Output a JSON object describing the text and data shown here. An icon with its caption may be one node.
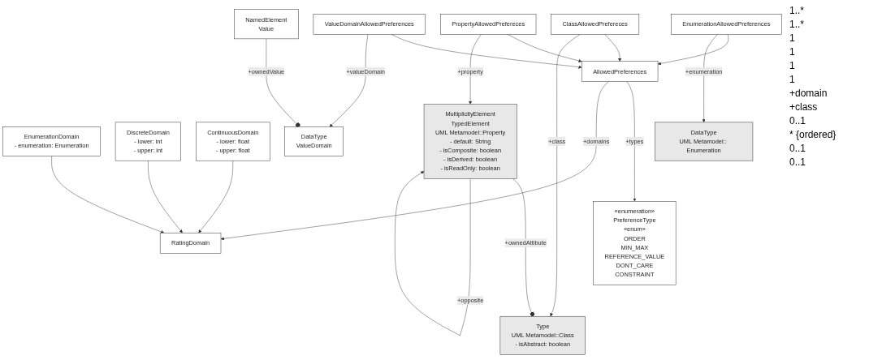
{
  "diagram": {
    "nodes": [
      {
        "text": [
          "«enumeration»",
          "PreferenceType",
          "«enum»",
          "ORDER",
          "MIN_MAX",
          "REFERENCE_VALUE",
          "DONT_CARE",
          "CONSTRAINT"
        ]
      },
      {
        "text": [
          "AllowedPreferences"
        ]
      },
      {
        "text": [
          "RatingDomain"
        ]
      },
      {
        "text": [
          "EnumerationDomain",
          "- enumeration: Enumeration"
        ]
      },
      {
        "text": [
          "DiscreteDomain",
          "- lower: int",
          "- upper: int"
        ]
      },
      {
        "text": [
          "ValueDomainAllowedPreferences"
        ]
      },
      {
        "text": [
          "EnumerationAllowedPreferences"
        ]
      },
      {
        "text": [
          "ClassAllowedPrefereces"
        ]
      },
      {
        "text": [
          "PropertyAllowedPrefereces"
        ]
      },
      {
        "text": [
          "ContinuousDomain",
          "- lower: float",
          "- upper: float"
        ]
      },
      {
        "text": [
          "NamedElement",
          "Value"
        ]
      },
      {
        "text": [
          "DataType",
          "ValueDomain"
        ]
      },
      {
        "text": [
          "DataType",
          "UML Metamodel:: Enumeration"
        ]
      },
      {
        "text": [
          "Type",
          "UML Metamodel::Class",
          "- isAbstract: boolean"
        ]
      },
      {
        "text": [
          "MultiplicityElement",
          "TypedElement",
          "UML Metamodel::Property",
          "- default: String",
          "- isComposite: boolean",
          "- isDerived: boolean",
          "- isReadOnly: boolean"
        ]
      }
    ],
    "edges": [
      {
        "from": 1,
        "to": 0,
        "arrow": "to",
        "label": "+types"
      },
      {
        "from": 1,
        "to": 2,
        "arrow": "to",
        "label": "+domains"
      },
      {
        "from": 3,
        "to": 2,
        "arrow": "to"
      },
      {
        "from": 4,
        "to": 2,
        "arrow": "to"
      },
      {
        "from": 9,
        "to": 2,
        "arrow": "to"
      },
      {
        "from": 5,
        "to": 1,
        "arrow": "to"
      },
      {
        "from": 6,
        "to": 1,
        "arrow": "to"
      },
      {
        "from": 7,
        "to": 1,
        "arrow": "to"
      },
      {
        "from": 8,
        "to": 1,
        "arrow": "to"
      },
      {
        "from": 5,
        "to": 11,
        "arrow": "to",
        "label": "+valueDomain"
      },
      {
        "from": 6,
        "to": 12,
        "arrow": "to",
        "label": "+enumeration"
      },
      {
        "from": 7,
        "to": 13,
        "arrow": "to",
        "label": "+class"
      },
      {
        "from": 8,
        "to": 14,
        "arrow": "to",
        "label": "+property"
      },
      {
        "from": 10,
        "to": 11,
        "arrow": "other",
        "label": "+ownedValue"
      },
      {
        "from": 14,
        "to": 13,
        "arrow": "other",
        "label": "+ownedAttibute"
      },
      {
        "from": 14,
        "to": 14,
        "arrow": "to",
        "label": "+opposite"
      }
    ],
    "labels": [
      "1..*",
      "1..*",
      "1",
      "1",
      "1",
      "1",
      "+domain",
      "+class",
      "0..1",
      "* {ordered}",
      "0..1",
      "0..1"
    ]
  }
}
